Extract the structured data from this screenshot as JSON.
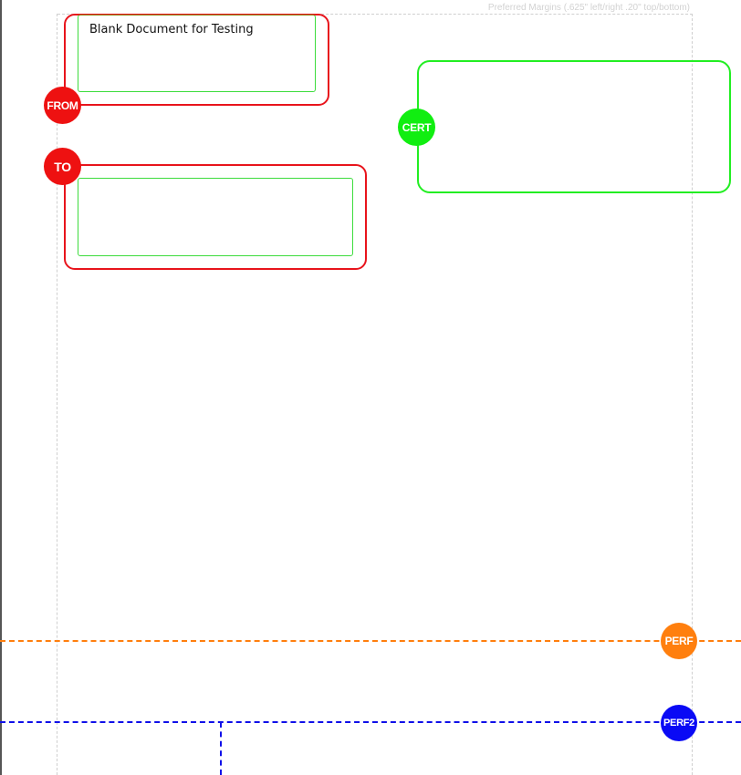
{
  "margin_note": "Preferred Margins (.625\" left/right .20\" top/bottom)",
  "from_zone": {
    "label": "FROM",
    "text": "Blank Document for Testing",
    "color": "#ee1111"
  },
  "to_zone": {
    "label": "TO",
    "color": "#ee1111"
  },
  "cert_zone": {
    "label": "CERT",
    "color": "#11ee11"
  },
  "perf": {
    "label": "PERF",
    "color": "#ff7f0e"
  },
  "perf2": {
    "label": "PERF2",
    "color": "#0a0af5"
  }
}
